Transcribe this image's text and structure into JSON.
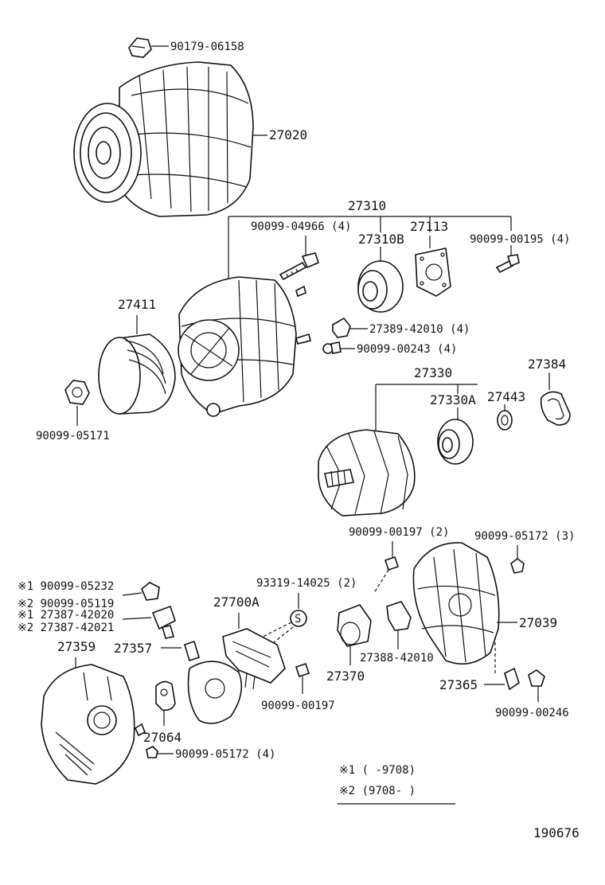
{
  "parts": {
    "p90179_06158": "90179-06158",
    "p27020": "27020",
    "p27310": "27310",
    "p90099_04966": "90099-04966 (4)",
    "p27113": "27113",
    "p27310B": "27310B",
    "p90099_00195": "90099-00195 (4)",
    "p27411": "27411",
    "p27389_42010": "27389-42010 (4)",
    "p90099_00243": "90099-00243 (4)",
    "p27330": "27330",
    "p27384": "27384",
    "p27330A": "27330A",
    "p27443": "27443",
    "p90099_05171": "90099-05171",
    "p90099_00197_2": "90099-00197 (2)",
    "p90099_05172_3": "90099-05172 (3)",
    "p93319_14025": "93319-14025 (2)",
    "p27700A": "27700A",
    "p27039": "27039",
    "p27359": "27359",
    "p27357": "27357",
    "p27370": "27370",
    "p27388_42010": "27388-42010",
    "p27365": "27365",
    "p90099_00197": "90099-00197",
    "p90099_00246": "90099-00246",
    "p27064": "27064",
    "p90099_05172_4": "90099-05172 (4)",
    "s_mark": "S"
  },
  "variants": {
    "v1_05232": "※1 90099-05232",
    "v2_05119": "※2 90099-05119",
    "v1_42020": "※1 27387-42020",
    "v2_42021": "※2 27387-42021"
  },
  "notes": {
    "note1": "※1 (       -9708)",
    "note2": "※2 (9708-       )"
  },
  "diagram_id": "190676"
}
